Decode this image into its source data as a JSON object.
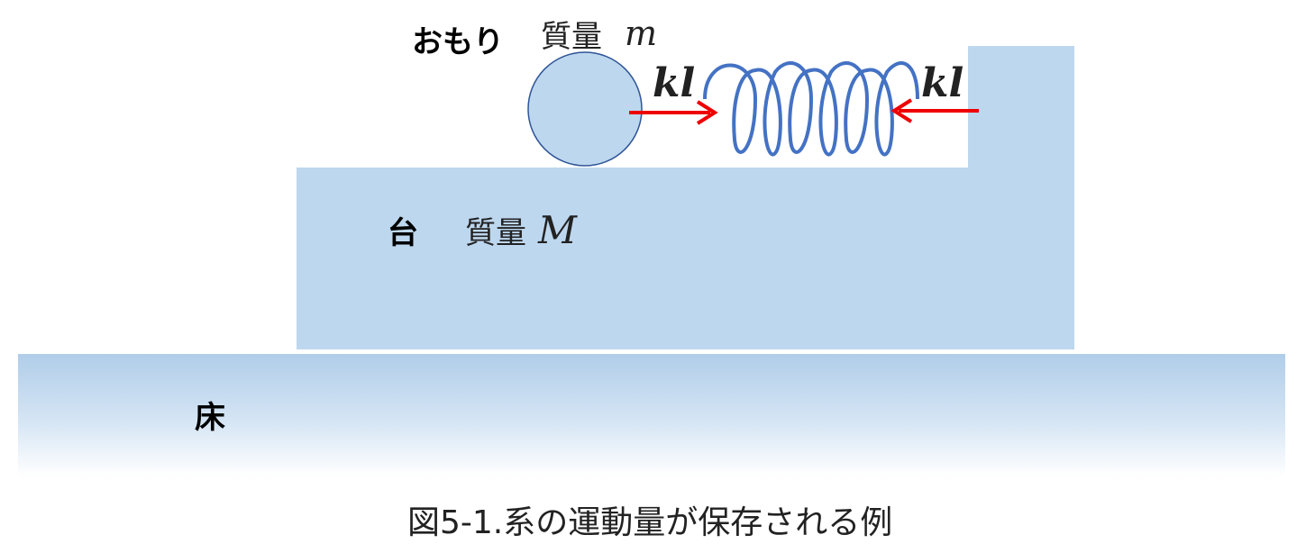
{
  "labels": {
    "weight": "おもり",
    "weight_mass_prefix": "質量",
    "weight_mass_symbol": "m",
    "spring_force_left": "kl",
    "spring_force_right": "kl",
    "platform": "台",
    "platform_mass_prefix": "質量",
    "platform_mass_symbol": "M",
    "floor": "床"
  },
  "caption": "図5-1.系の運動量が保存される例",
  "colors": {
    "body_fill": "#bdd7ee",
    "outline": "#2f5597",
    "spring": "#4472c4",
    "arrow": "#ee0000",
    "floor_top": "#b0cde9"
  }
}
